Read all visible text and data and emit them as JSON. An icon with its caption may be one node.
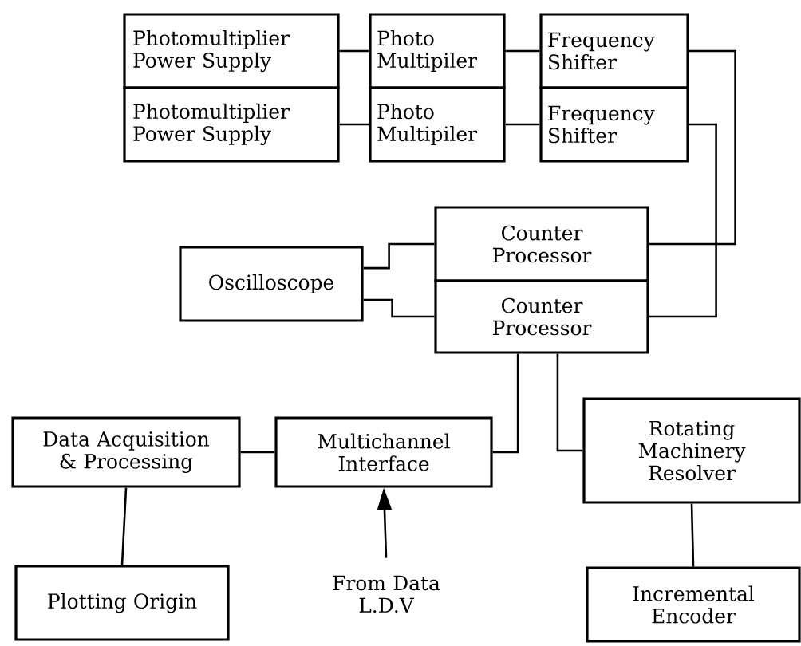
{
  "diagram": {
    "nodes": [
      {
        "text": [
          "Photomultiplier Power Supply"
        ]
      },
      {
        "text": [
          "Photo Multipiler"
        ]
      },
      {
        "text": [
          "Frequency Shifter"
        ]
      },
      {
        "text": [
          "Photomultiplier Power Supply"
        ]
      },
      {
        "text": [
          "Photo Multipiler"
        ]
      },
      {
        "text": [
          "Frequency Shifter"
        ]
      },
      {
        "text": [
          "Counter Processor"
        ]
      },
      {
        "text": [
          "Counter Processor"
        ]
      },
      {
        "text": [
          "Oscilloscope"
        ]
      },
      {
        "text": [
          "Data Acquisition & Processing"
        ]
      },
      {
        "text": [
          "Multichannel Interface"
        ]
      },
      {
        "text": [
          "Rotating Machinery Resolver"
        ]
      },
      {
        "text": [
          "Plotting Origin"
        ]
      },
      {
        "text": [
          "From Data L.D.V"
        ]
      },
      {
        "text": [
          "Incremental Encoder"
        ]
      }
    ],
    "edges": [
      {
        "from": 0,
        "to": 1,
        "arrow": "none"
      },
      {
        "from": 1,
        "to": 2,
        "arrow": "none"
      },
      {
        "from": 3,
        "to": 4,
        "arrow": "none"
      },
      {
        "from": 4,
        "to": 5,
        "arrow": "none"
      },
      {
        "from": 2,
        "to": 6,
        "arrow": "none"
      },
      {
        "from": 5,
        "to": 7,
        "arrow": "none"
      },
      {
        "from": 8,
        "to": 6,
        "arrow": "none"
      },
      {
        "from": 8,
        "to": 7,
        "arrow": "none"
      },
      {
        "from": 7,
        "to": 10,
        "arrow": "none"
      },
      {
        "from": 7,
        "to": 11,
        "arrow": "none"
      },
      {
        "from": 9,
        "to": 10,
        "arrow": "none"
      },
      {
        "from": 9,
        "to": 12,
        "arrow": "none"
      },
      {
        "from": 13,
        "to": 10,
        "arrow": "to"
      },
      {
        "from": 11,
        "to": 14,
        "arrow": "none"
      }
    ]
  }
}
